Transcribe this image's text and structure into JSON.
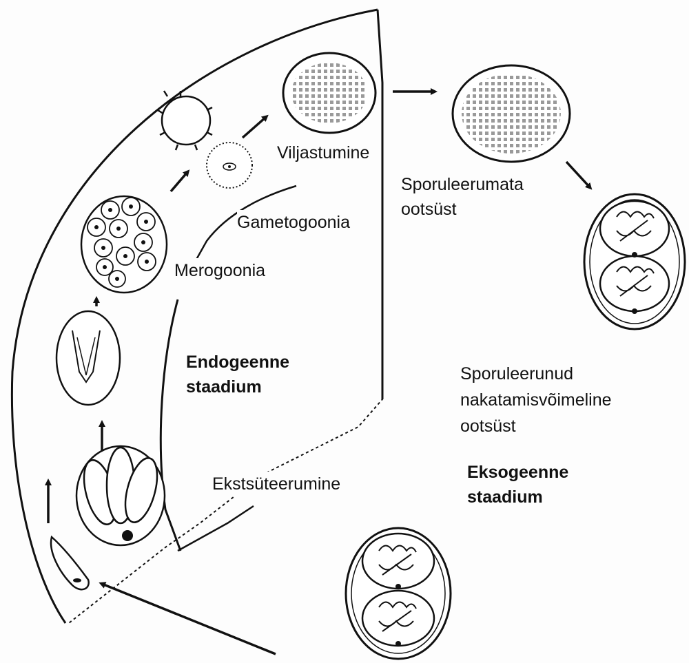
{
  "labels": {
    "viljastumine": "Viljastumine",
    "gametogoonia": "Gametogoonia",
    "merogoonia": "Merogoonia",
    "ekstsuteerumine": "Ekstsüteerumine",
    "sporuleerumata_1": "Sporuleerumata",
    "sporuleerumata_2": "ootsüst",
    "sporuleerunud_1": "Sporuleerunud",
    "sporuleerunud_2": "nakatamisvõimeline",
    "sporuleerunud_3": "ootsüst",
    "endogeenne_1": "Endogeenne",
    "endogeenne_2": "staadium",
    "eksogeenne_1": "Eksogeenne",
    "eksogeenne_2": "staadium"
  },
  "colors": {
    "ink": "#111111",
    "background": "#fdfdfd",
    "stipple": "#9a9a9a"
  }
}
